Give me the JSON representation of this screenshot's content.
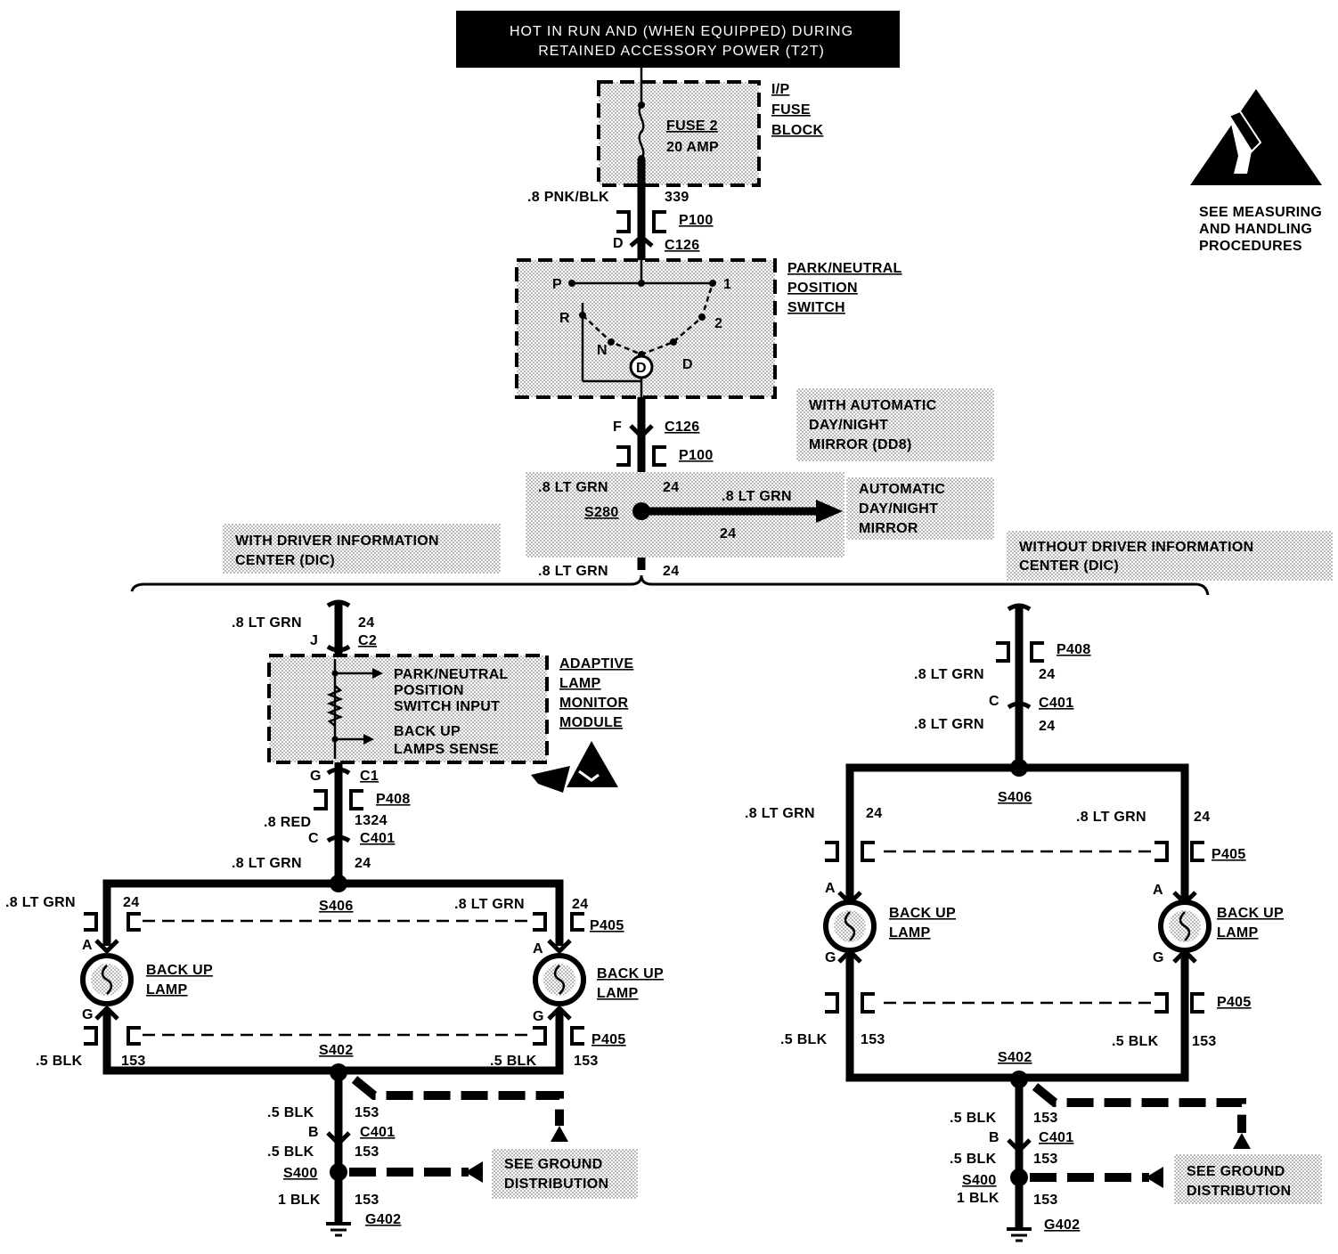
{
  "header": {
    "line1": "HOT IN RUN AND (WHEN EQUIPPED) DURING",
    "line2": "RETAINED ACCESSORY POWER (T2T)"
  },
  "esd_note": {
    "line1": "SEE MEASURING",
    "line2": "AND HANDLING",
    "line3": "PROCEDURES"
  },
  "fuse_block": {
    "fuse_name": "FUSE 2",
    "fuse_rating": "20 AMP",
    "label_line1": "I/P",
    "label_line2": "FUSE",
    "label_line3": "BLOCK"
  },
  "top_wire": {
    "gauge_color": ".8 PNK/BLK",
    "circuit": "339",
    "connector_p": "P100",
    "pin_d": "D",
    "connector_c": "C126"
  },
  "pn_switch": {
    "label_line1": "PARK/NEUTRAL",
    "label_line2": "POSITION",
    "label_line3": "SWITCH",
    "positions": {
      "p": "P",
      "r": "R",
      "n": "N",
      "d_big": "D",
      "d": "D",
      "one": "1",
      "two": "2"
    }
  },
  "lower_switch": {
    "pin_f": "F",
    "connector_c": "C126",
    "connector_p": "P100"
  },
  "splice_s280": {
    "gauge_color": ".8 LT GRN",
    "circuit": "24",
    "name": "S280",
    "branch_gauge": ".8 LT GRN",
    "branch_circuit": "24",
    "mirror_line1": "AUTOMATIC",
    "mirror_line2": "DAY/NIGHT",
    "mirror_line3": "MIRROR",
    "option_line1": "WITH AUTOMATIC",
    "option_line2": "DAY/NIGHT",
    "option_line3": "MIRROR (DD8)"
  },
  "split": {
    "gauge_color": ".8 LT GRN",
    "circuit": "24",
    "with_dic_line1": "WITH DRIVER INFORMATION",
    "with_dic_line2": "CENTER (DIC)",
    "without_dic_line1": "WITHOUT DRIVER INFORMATION",
    "without_dic_line2": "CENTER (DIC)"
  },
  "left": {
    "top_gauge": ".8 LT GRN",
    "top_circuit": "24",
    "pin_j": "J",
    "conn_c2": "C2",
    "module_line1": "ADAPTIVE",
    "module_line2": "LAMP",
    "module_line3": "MONITOR",
    "module_line4": "MODULE",
    "input1_line1": "PARK/NEUTRAL",
    "input1_line2": "POSITION",
    "input1_line3": "SWITCH INPUT",
    "input2_line1": "BACK UP",
    "input2_line2": "LAMPS SENSE",
    "pin_g": "G",
    "conn_c1": "C1",
    "conn_p408": "P408",
    "red_gauge": ".8 RED",
    "red_circuit": "1324",
    "pin_c": "C",
    "conn_c401": "C401",
    "bus_gauge": ".8 LT GRN",
    "bus_circuit": "24",
    "splice_top": "S406",
    "lamp_l_gauge": ".8 LT GRN",
    "lamp_l_circuit": "24",
    "lamp_r_gauge": ".8 LT GRN",
    "lamp_r_circuit": "24",
    "conn_p405_a": "P405",
    "pin_a_left": "A",
    "pin_a_right": "A",
    "lamp_left_line1": "BACK UP",
    "lamp_left_line2": "LAMP",
    "lamp_right_line1": "BACK UP",
    "lamp_right_line2": "LAMP",
    "pin_g_left": "G",
    "pin_g_right": "G",
    "conn_p405_g": "P405",
    "gnd_l_gauge": ".5 BLK",
    "gnd_l_circuit": "153",
    "gnd_r_gauge": ".5 BLK",
    "gnd_r_circuit": "153",
    "splice_bottom": "S402",
    "down_gauge": ".5 BLK",
    "down_circuit": "153",
    "pin_b": "B",
    "conn_c401_b": "C401",
    "mid_gauge": ".5 BLK",
    "mid_circuit": "153",
    "splice_s400": "S400",
    "final_gauge": "1 BLK",
    "final_circuit": "153",
    "ground": "G402",
    "see_ground_line1": "SEE GROUND",
    "see_ground_line2": "DISTRIBUTION"
  },
  "right": {
    "conn_p408": "P408",
    "gauge1": ".8 LT GRN",
    "circuit1": "24",
    "pin_c": "C",
    "conn_c401": "C401",
    "gauge2": ".8 LT GRN",
    "circuit2": "24",
    "splice_top": "S406",
    "lamp_l_gauge": ".8 LT GRN",
    "lamp_l_circuit": "24",
    "lamp_r_gauge": ".8 LT GRN",
    "lamp_r_circuit": "24",
    "conn_p405_a": "P405",
    "pin_a_left": "A",
    "pin_a_right": "A",
    "lamp_left_line1": "BACK UP",
    "lamp_left_line2": "LAMP",
    "lamp_right_line1": "BACK UP",
    "lamp_right_line2": "LAMP",
    "pin_g_left": "G",
    "pin_g_right": "G",
    "conn_p405_g": "P405",
    "gnd_l_gauge": ".5 BLK",
    "gnd_l_circuit": "153",
    "gnd_r_gauge": ".5 BLK",
    "gnd_r_circuit": "153",
    "splice_bottom": "S402",
    "down_gauge": ".5 BLK",
    "down_circuit": "153",
    "pin_b": "B",
    "conn_c401_b": "C401",
    "mid_gauge": ".5 BLK",
    "mid_circuit": "153",
    "splice_s400": "S400",
    "final_gauge": "1 BLK",
    "final_circuit": "153",
    "ground": "G402",
    "see_ground_line1": "SEE GROUND",
    "see_ground_line2": "DISTRIBUTION"
  }
}
